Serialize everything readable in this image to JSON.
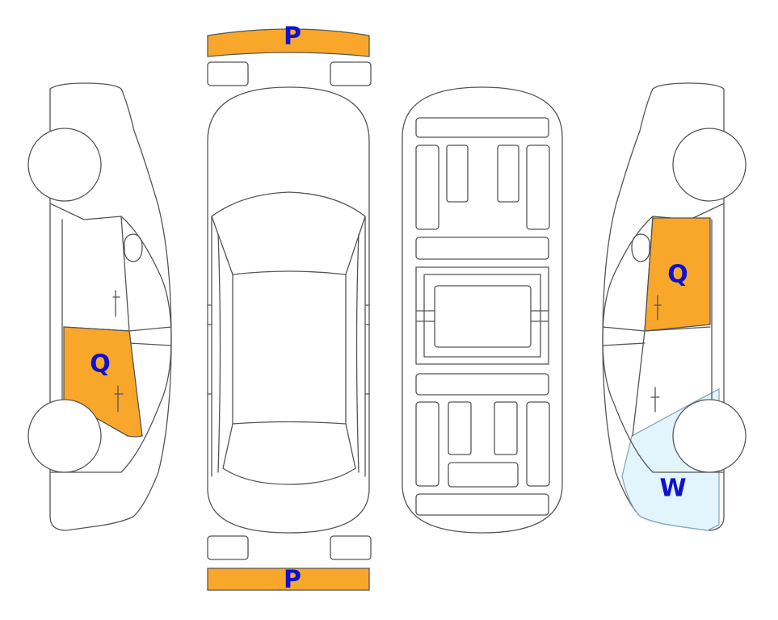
{
  "colors": {
    "damage_p": "#f9a72b",
    "damage_q": "#f9a72b",
    "damage_w": "#e2f4fc",
    "marker_text": "#1010d0",
    "outline": "#555555"
  },
  "markers": {
    "front_bumper": "P",
    "rear_bumper": "P",
    "left_rear_door": "Q",
    "right_front_door": "Q",
    "right_rear_quarter": "W"
  }
}
